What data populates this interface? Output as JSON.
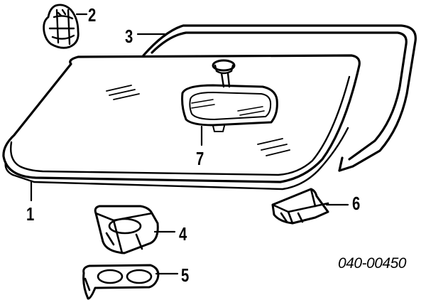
{
  "diagram": {
    "callouts": [
      "1",
      "2",
      "3",
      "4",
      "5",
      "6",
      "7"
    ],
    "part_code": "040-00450",
    "ink_color": "#000000",
    "paper_color": "#ffffff"
  }
}
